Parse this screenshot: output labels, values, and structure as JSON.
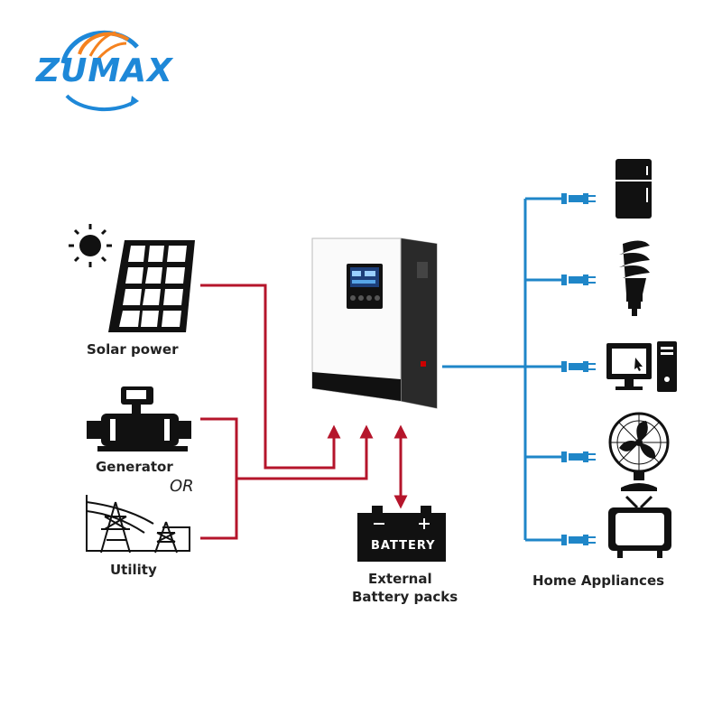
{
  "brand": {
    "name": "ZUMAX",
    "colors": {
      "primary": "#1e88d8",
      "accent": "#f5821f"
    }
  },
  "sources": {
    "solar_label": "Solar power",
    "generator_label": "Generator",
    "or_label": "OR",
    "utility_label": "Utility"
  },
  "battery": {
    "box_label": "BATTERY",
    "caption_line1": "External",
    "caption_line2": "Battery packs"
  },
  "appliances": {
    "label": "Home Appliances",
    "items": [
      "fridge-icon",
      "lamp-icon",
      "computer-icon",
      "fan-icon",
      "tv-icon"
    ]
  },
  "colors": {
    "input_line": "#b5152b",
    "output_line": "#1f86c8",
    "icon": "#111111"
  }
}
